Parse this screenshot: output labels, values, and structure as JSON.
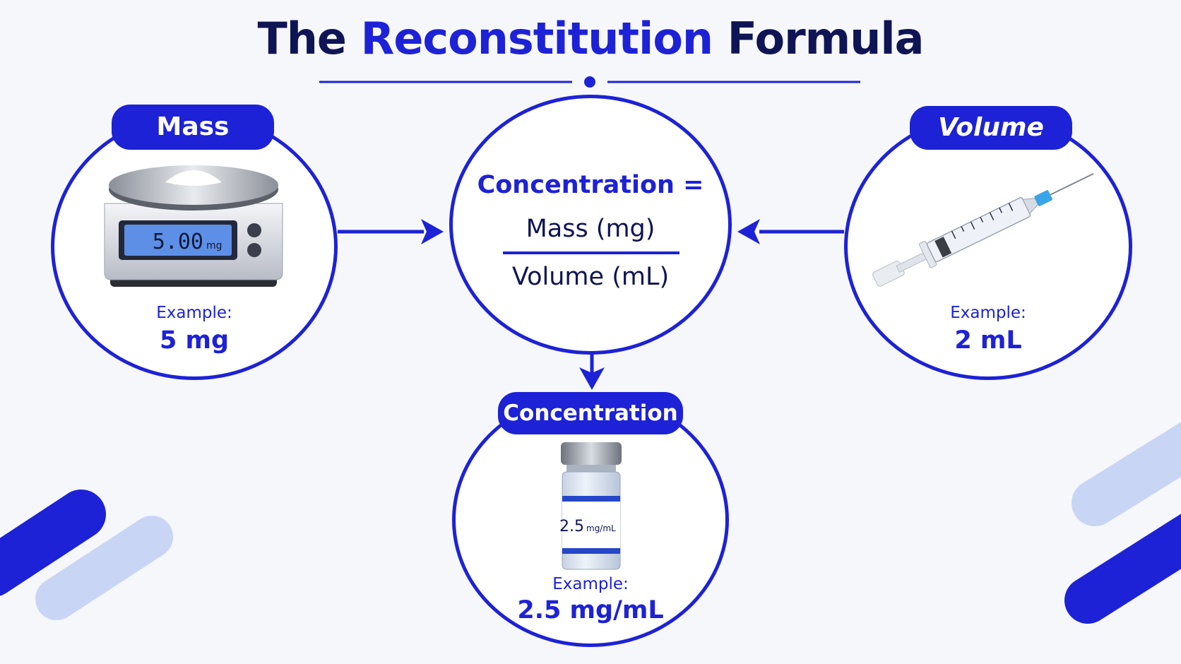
{
  "title": {
    "prefix": "The",
    "accent": "Reconstitution",
    "suffix": "Formula"
  },
  "colors": {
    "primary": "#1d22d6",
    "dark": "#0f1454",
    "light": "#c9d5f5",
    "background": "#f6f7fb"
  },
  "mass": {
    "pill": "Mass",
    "icon": "scale-icon",
    "display_value": "5.00",
    "display_unit": "mg",
    "example_label": "Example:",
    "example_value": "5 mg"
  },
  "formula": {
    "lhs": "Concentration =",
    "numerator": "Mass (mg)",
    "denominator": "Volume (mL)"
  },
  "volume": {
    "pill": "Volume",
    "icon": "syringe-icon",
    "example_label": "Example:",
    "example_value": "2 mL"
  },
  "concentration": {
    "pill": "Concentration",
    "icon": "vial-icon",
    "vial_value": "2.5",
    "vial_unit": "mg/mL",
    "example_label": "Example:",
    "example_value": "2.5 mg/mL"
  }
}
